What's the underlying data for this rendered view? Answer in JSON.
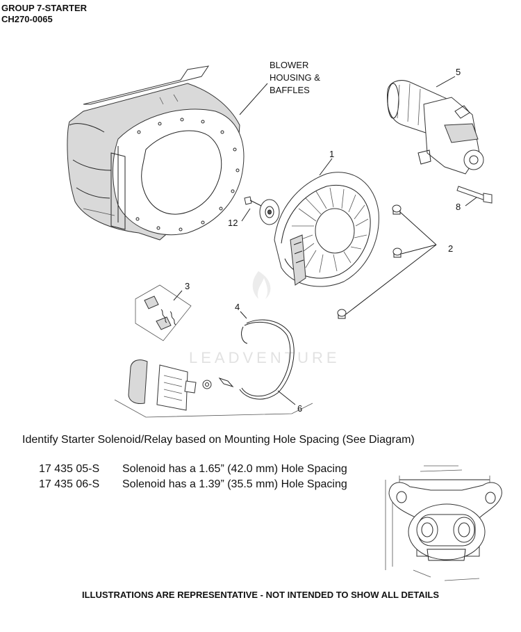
{
  "header": {
    "title": "GROUP 7-STARTER",
    "code": "CH270-0065"
  },
  "callouts": {
    "blower_line1": "BLOWER",
    "blower_line2": "HOUSING &",
    "blower_line3": "BAFFLES",
    "c1": "1",
    "c2": "2",
    "c3": "3",
    "c4": "4",
    "c5": "5",
    "c6": "6",
    "c8": "8",
    "c12": "12"
  },
  "watermark": "LEADVENTURE",
  "note": "Identify Starter Solenoid/Relay based on Mounting Hole Spacing (See Diagram)",
  "solenoids": [
    {
      "part": "17 435 05-S",
      "desc": "Solenoid has a 1.65” (42.0 mm) Hole Spacing"
    },
    {
      "part": "17 435 06-S",
      "desc": "Solenoid has a 1.39” (35.5 mm) Hole Spacing"
    }
  ],
  "footer": "ILLUSTRATIONS ARE REPRESENTATIVE - NOT INTENDED TO SHOW ALL DETAILS"
}
